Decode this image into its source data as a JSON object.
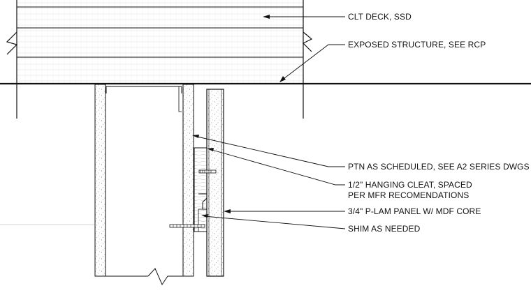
{
  "drawing": {
    "notes": [
      {
        "id": "clt-deck",
        "lines": [
          "CLT DECK, SSD"
        ]
      },
      {
        "id": "exposed-structure",
        "lines": [
          "EXPOSED STRUCTURE, SEE RCP"
        ]
      },
      {
        "id": "ptn",
        "lines": [
          "PTN AS SCHEDULED, SEE A2 SERIES DWGS"
        ]
      },
      {
        "id": "hanging-cleat",
        "lines": [
          "1/2\" HANGING CLEAT, SPACED",
          "PER MFR RECOMENDATIONS"
        ]
      },
      {
        "id": "p-lam-panel",
        "lines": [
          "3/4\" P-LAM PANEL W/ MDF CORE"
        ]
      },
      {
        "id": "shim",
        "lines": [
          "SHIM AS NEEDED"
        ]
      }
    ],
    "line_color": "#111111",
    "hatch_color": "#8a8a8a"
  }
}
